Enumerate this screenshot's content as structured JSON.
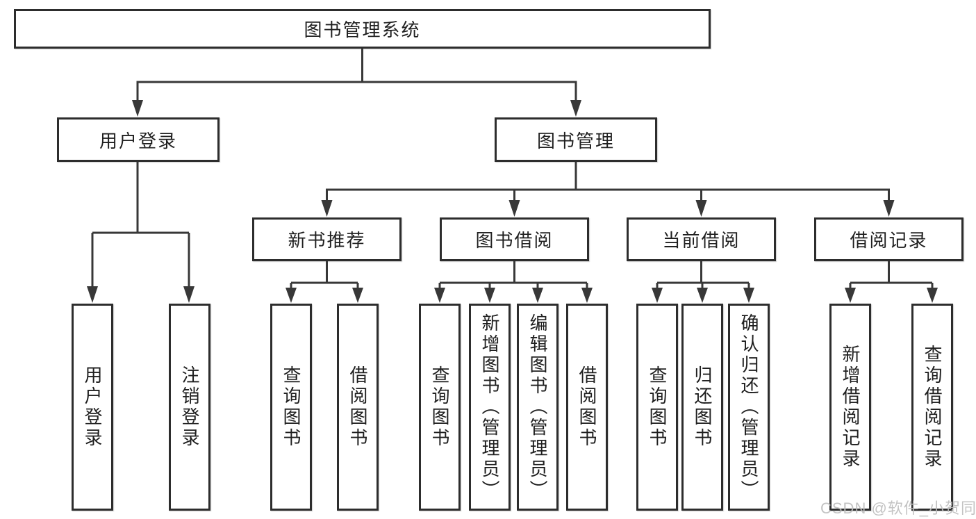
{
  "hierarchy": {
    "label": "图书管理系统",
    "children": [
      {
        "label": "用户登录",
        "children": [
          {
            "label": "用户登录"
          },
          {
            "label": "注销登录"
          }
        ]
      },
      {
        "label": "图书管理",
        "children": [
          {
            "label": "新书推荐",
            "children": [
              {
                "label": "查询图书"
              },
              {
                "label": "借阅图书"
              }
            ]
          },
          {
            "label": "图书借阅",
            "children": [
              {
                "label": "查询图书"
              },
              {
                "label": "新增图书（管理员）"
              },
              {
                "label": "编辑图书（管理员）"
              },
              {
                "label": "借阅图书"
              }
            ]
          },
          {
            "label": "当前借阅",
            "children": [
              {
                "label": "查询图书"
              },
              {
                "label": "归还图书"
              },
              {
                "label": "确认归还（管理员）"
              }
            ]
          },
          {
            "label": "借阅记录",
            "children": [
              {
                "label": "新增借阅记录"
              },
              {
                "label": "查询借阅记录"
              }
            ]
          }
        ]
      }
    ]
  },
  "watermark": "CSDN @软件_小贺同学",
  "colors": {
    "line": "#383838",
    "box_border": "#2d2d2d",
    "box_fill": "#ffffff",
    "text": "#1f1f1f",
    "watermark": "#bebebe",
    "background": "#ffffff"
  }
}
